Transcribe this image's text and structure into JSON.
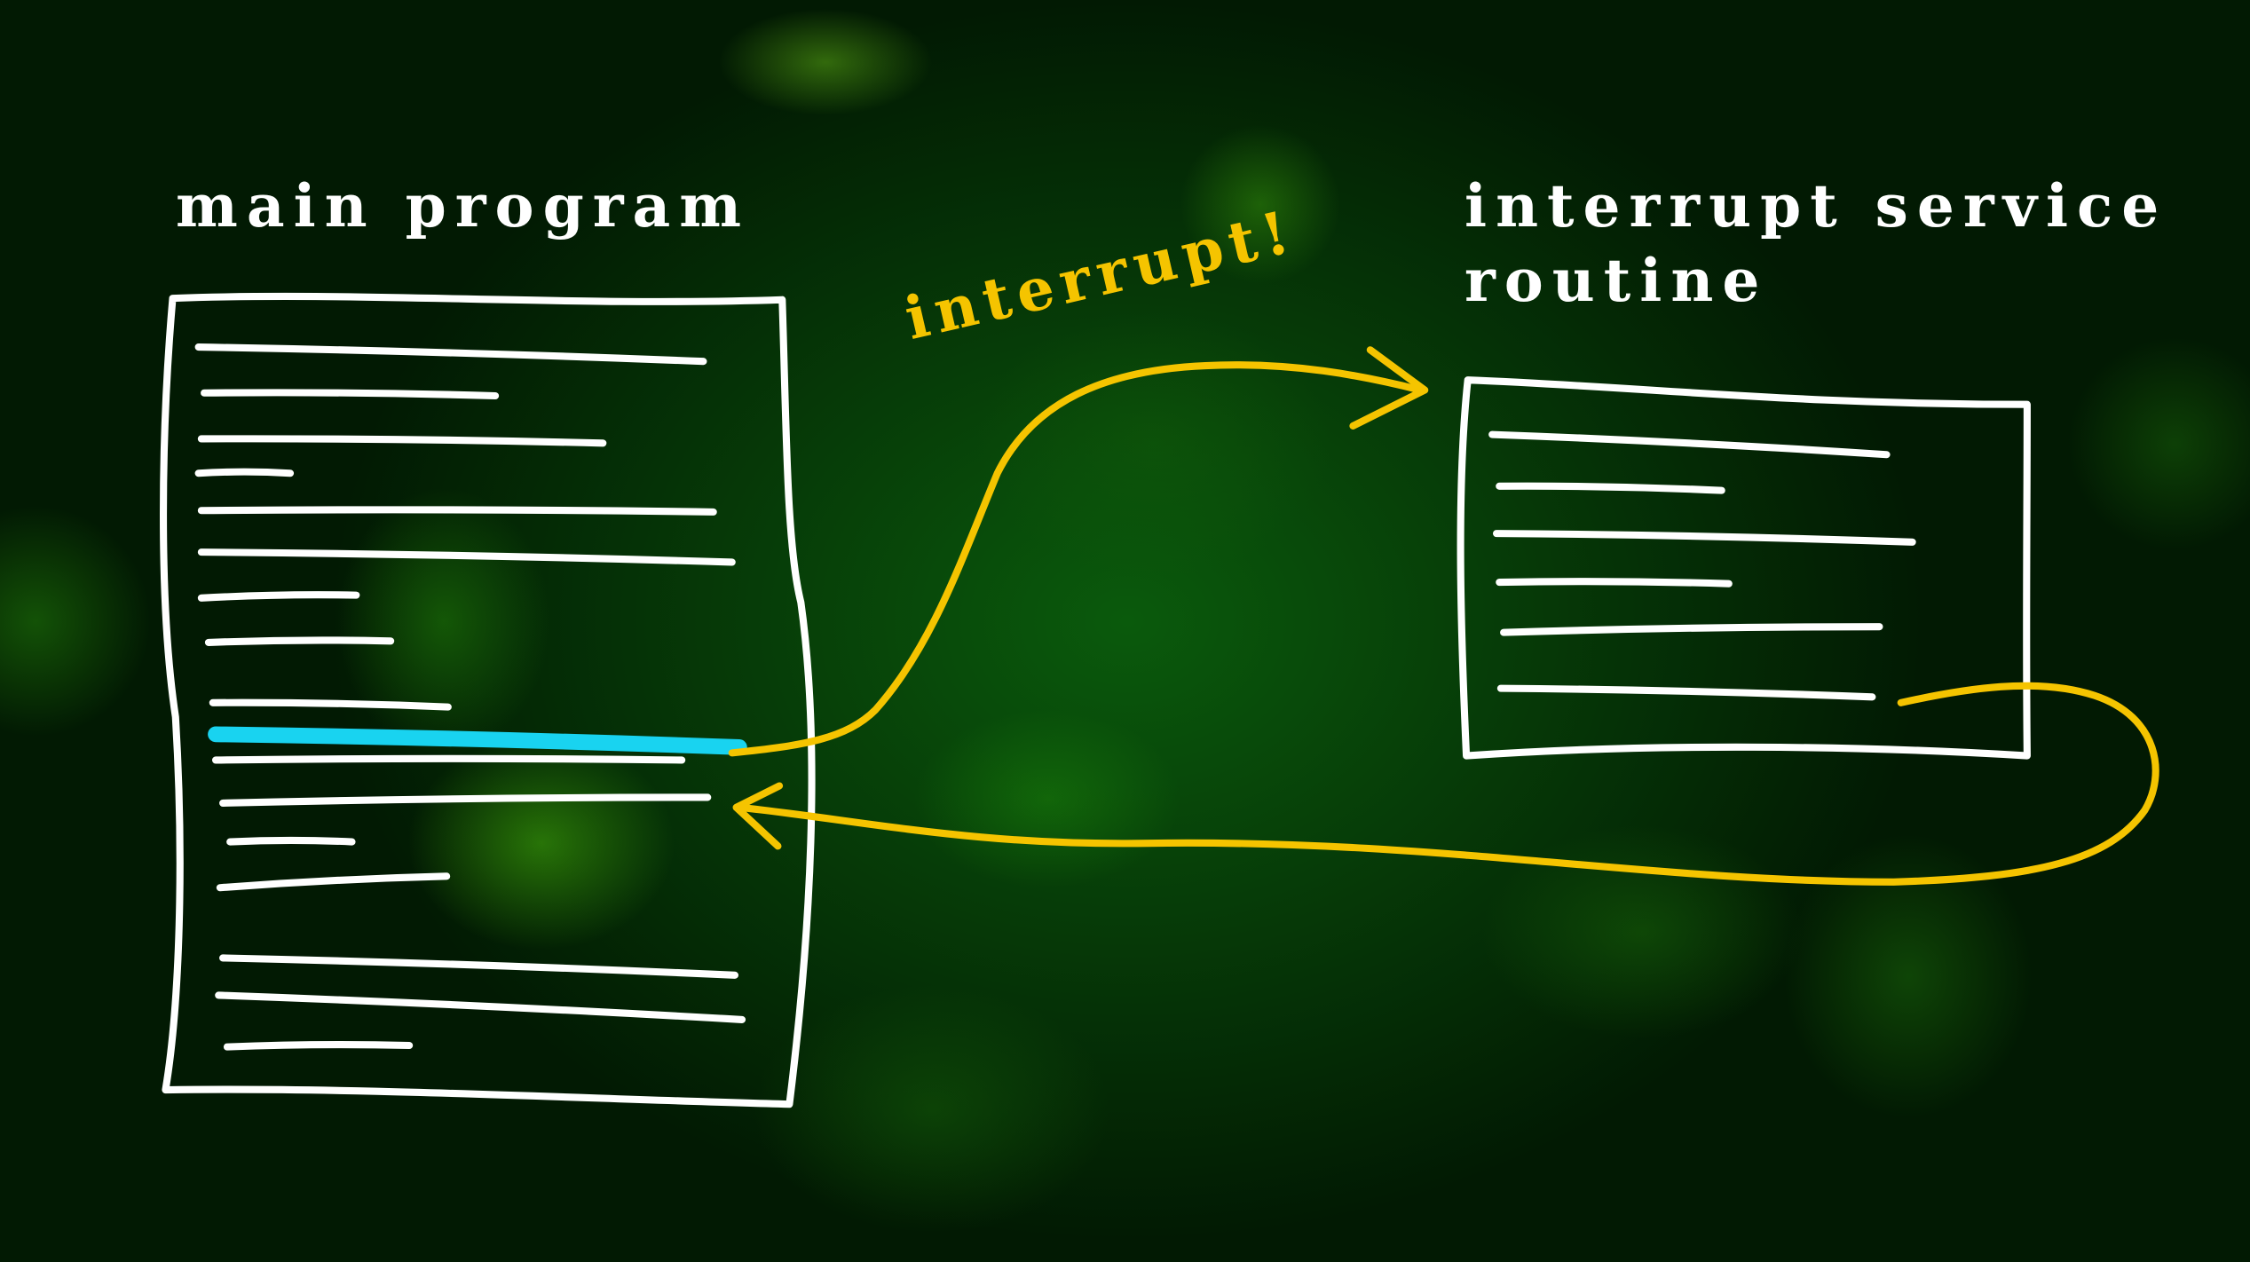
{
  "main_program": {
    "title": "main program"
  },
  "isr": {
    "title_line1": "interrupt service",
    "title_line2": "routine"
  },
  "interrupt_label": "interrupt!",
  "colors": {
    "outline": "#ffffff",
    "arrow": "#f5c400",
    "highlight": "#19d3f0",
    "background": "#0a4a0c"
  }
}
